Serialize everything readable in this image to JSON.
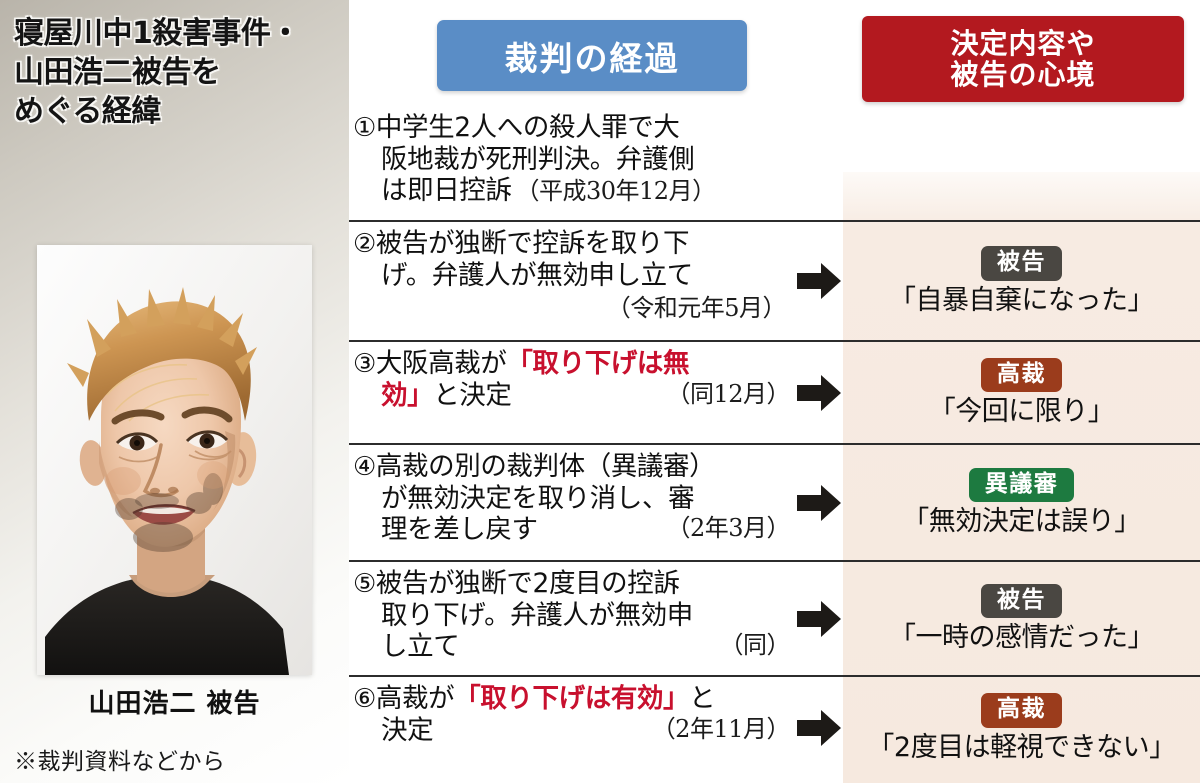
{
  "headline": {
    "lines": [
      "寝屋川中1殺害事件・",
      "山田浩二被告を",
      "めぐる経緯"
    ]
  },
  "photo": {
    "caption": "山田浩二 被告",
    "alt": "山田浩二被告の顔写真"
  },
  "source_note": "※裁判資料などから",
  "headers": {
    "left": "裁判の経過",
    "right_line1": "決定内容や",
    "right_line2": "被告の心境"
  },
  "colors": {
    "header_left_bg": "#5a8dc6",
    "header_right_bg": "#b3191f",
    "highlight_red": "#c8102e",
    "panel_tint": "#f6e9df",
    "badge_defendant": "#4a4742",
    "badge_high_court": "#9b3c1c",
    "badge_objection": "#1d7a40"
  },
  "rows": [
    {
      "number": "①",
      "text_lines": [
        [
          {
            "t": "中学生2人への殺人罪で大",
            "hl": false
          }
        ],
        [
          {
            "t": "阪地裁が死刑判決。弁護側",
            "hl": false
          }
        ],
        [
          {
            "t": "は即日控訴",
            "hl": false
          }
        ]
      ],
      "date": "（平成30年12月）",
      "date_position": "inline",
      "arrow": false,
      "badge": null,
      "badge_style": null,
      "quote": null
    },
    {
      "number": "②",
      "text_lines": [
        [
          {
            "t": "被告が独断で控訴を取り下",
            "hl": false
          }
        ],
        [
          {
            "t": "げ。弁護人が無効申し立て",
            "hl": false
          }
        ]
      ],
      "date": "（令和元年5月）",
      "date_position": "below-right",
      "arrow": true,
      "badge": "被告",
      "badge_style": "badge-hikoku",
      "quote": "「自暴自棄になった」"
    },
    {
      "number": "③",
      "text_lines": [
        [
          {
            "t": "大阪高裁が",
            "hl": false
          },
          {
            "t": "「取り下げは無",
            "hl": true
          }
        ],
        [
          {
            "t": "効」",
            "hl": true
          },
          {
            "t": "と決定",
            "hl": false
          }
        ]
      ],
      "date": "（同12月）",
      "date_position": "trailing",
      "arrow": true,
      "badge": "高裁",
      "badge_style": "badge-kousai",
      "quote": "「今回に限り」"
    },
    {
      "number": "④",
      "text_lines": [
        [
          {
            "t": "高裁の別の裁判体（異議審）",
            "hl": false
          }
        ],
        [
          {
            "t": "が無効決定を取り消し、審",
            "hl": false
          }
        ],
        [
          {
            "t": "理を差し戻す",
            "hl": false
          }
        ]
      ],
      "date": "（2年3月）",
      "date_position": "trailing",
      "arrow": true,
      "badge": "異議審",
      "badge_style": "badge-igi",
      "quote": "「無効決定は誤り」"
    },
    {
      "number": "⑤",
      "text_lines": [
        [
          {
            "t": "被告が独断で2度目の控訴",
            "hl": false
          }
        ],
        [
          {
            "t": "取り下げ。弁護人が無効申",
            "hl": false
          }
        ],
        [
          {
            "t": "し立て",
            "hl": false
          }
        ]
      ],
      "date": "（同）",
      "date_position": "trailing",
      "arrow": true,
      "badge": "被告",
      "badge_style": "badge-hikoku",
      "quote": "「一時の感情だった」"
    },
    {
      "number": "⑥",
      "text_lines": [
        [
          {
            "t": "高裁が",
            "hl": false
          },
          {
            "t": "「取り下げは有効」",
            "hl": true
          },
          {
            "t": "と",
            "hl": false
          }
        ],
        [
          {
            "t": "決定",
            "hl": false
          }
        ]
      ],
      "date": "（2年11月）",
      "date_position": "trailing",
      "arrow": true,
      "badge": "高裁",
      "badge_style": "badge-kousai",
      "quote": "「2度目は軽視できない」"
    }
  ]
}
